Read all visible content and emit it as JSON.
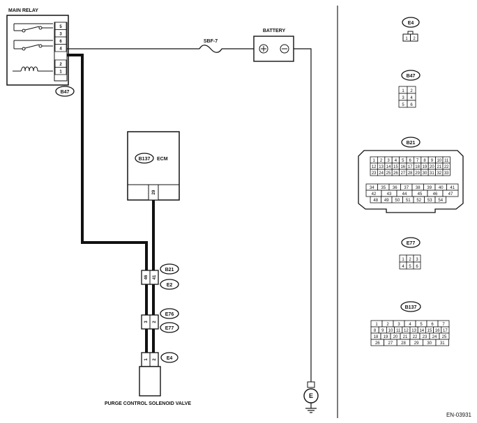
{
  "main_relay": {
    "title": "MAIN RELAY",
    "pins": [
      "5",
      "3",
      "6",
      "4",
      "2",
      "1"
    ],
    "connector": "B47"
  },
  "fuse": {
    "label": "SBF-7"
  },
  "battery": {
    "label": "BATTERY",
    "pos": "⊕",
    "neg": "⊖"
  },
  "ecm": {
    "connector": "B137",
    "label": "ECM",
    "pin": "29"
  },
  "junction_1": {
    "pins": [
      "46",
      "41"
    ],
    "connector_top": "B21",
    "connector_bottom": "E2"
  },
  "junction_2": {
    "pins": [
      "3",
      "2"
    ],
    "connector_top": "E76",
    "connector_bottom": "E77"
  },
  "valve_connector": {
    "pins": [
      "1",
      "2"
    ],
    "connector": "E4"
  },
  "valve": {
    "label": "PURGE CONTROL SOLENOID VALVE"
  },
  "ground": {
    "label": "E"
  },
  "reference_code": "EN-03931",
  "views": {
    "e4": {
      "label": "E4",
      "pins": [
        "1",
        "2"
      ]
    },
    "b47": {
      "label": "B47",
      "rows": [
        [
          "1",
          "2"
        ],
        [
          "3",
          "4"
        ],
        [
          "5",
          "6"
        ]
      ]
    },
    "b21": {
      "label": "B21",
      "rows": [
        [
          "1",
          "2",
          "3",
          "4",
          "5",
          "6",
          "7",
          "8",
          "9",
          "10",
          "11"
        ],
        [
          "12",
          "13",
          "14",
          "15",
          "16",
          "17",
          "18",
          "19",
          "20",
          "21",
          "22"
        ],
        [
          "23",
          "24",
          "25",
          "26",
          "27",
          "28",
          "29",
          "30",
          "31",
          "32",
          "33"
        ],
        [
          "34",
          "35",
          "36",
          "37",
          "38",
          "39",
          "40",
          "41"
        ],
        [
          "42",
          "43",
          "44",
          "45",
          "46",
          "47"
        ],
        [
          "48",
          "49",
          "50",
          "51",
          "52",
          "53",
          "54"
        ]
      ]
    },
    "e77": {
      "label": "E77",
      "rows": [
        [
          "1",
          "2",
          "3"
        ],
        [
          "4",
          "5",
          "6"
        ]
      ]
    },
    "b137": {
      "label": "B137",
      "rows": [
        [
          "1",
          "2",
          "3",
          "4",
          "5",
          "6",
          "7"
        ],
        [
          "8",
          "9",
          "10",
          "11",
          "12",
          "13",
          "14",
          "15",
          "16",
          "17"
        ],
        [
          "18",
          "19",
          "20",
          "21",
          "22",
          "23",
          "24",
          "25"
        ],
        [
          "26",
          "27",
          "28",
          "29",
          "30",
          "31"
        ]
      ]
    }
  }
}
